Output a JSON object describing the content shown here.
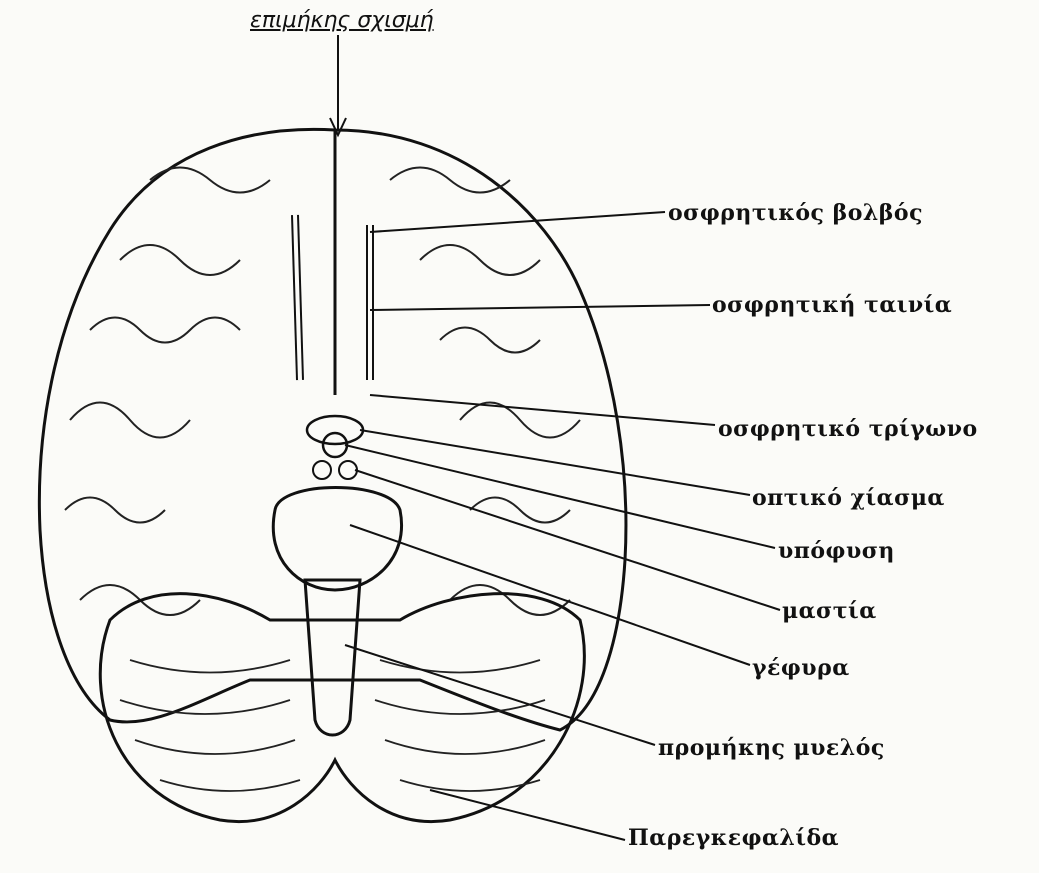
{
  "diagram": {
    "top_label": "επιμήκης σχισμή",
    "labels": [
      {
        "id": "olfactory-bulb",
        "text": "οσφρητικός βολβός"
      },
      {
        "id": "olfactory-tract",
        "text": "οσφρητική ταινία"
      },
      {
        "id": "olfactory-trigone",
        "text": "οσφρητικό τρίγωνο"
      },
      {
        "id": "optic-chiasm",
        "text": "οπτικό χίασμα"
      },
      {
        "id": "pituitary",
        "text": "υπόφυση"
      },
      {
        "id": "mammillary",
        "text": "μαστία"
      },
      {
        "id": "pons",
        "text": "γέφυρα"
      },
      {
        "id": "medulla",
        "text": "προμήκης μυελός"
      },
      {
        "id": "cerebellum",
        "text": "Παρεγκεφαλίδα"
      }
    ],
    "colors": {
      "ink": "#111111",
      "paper": "#fbfbf8"
    }
  }
}
